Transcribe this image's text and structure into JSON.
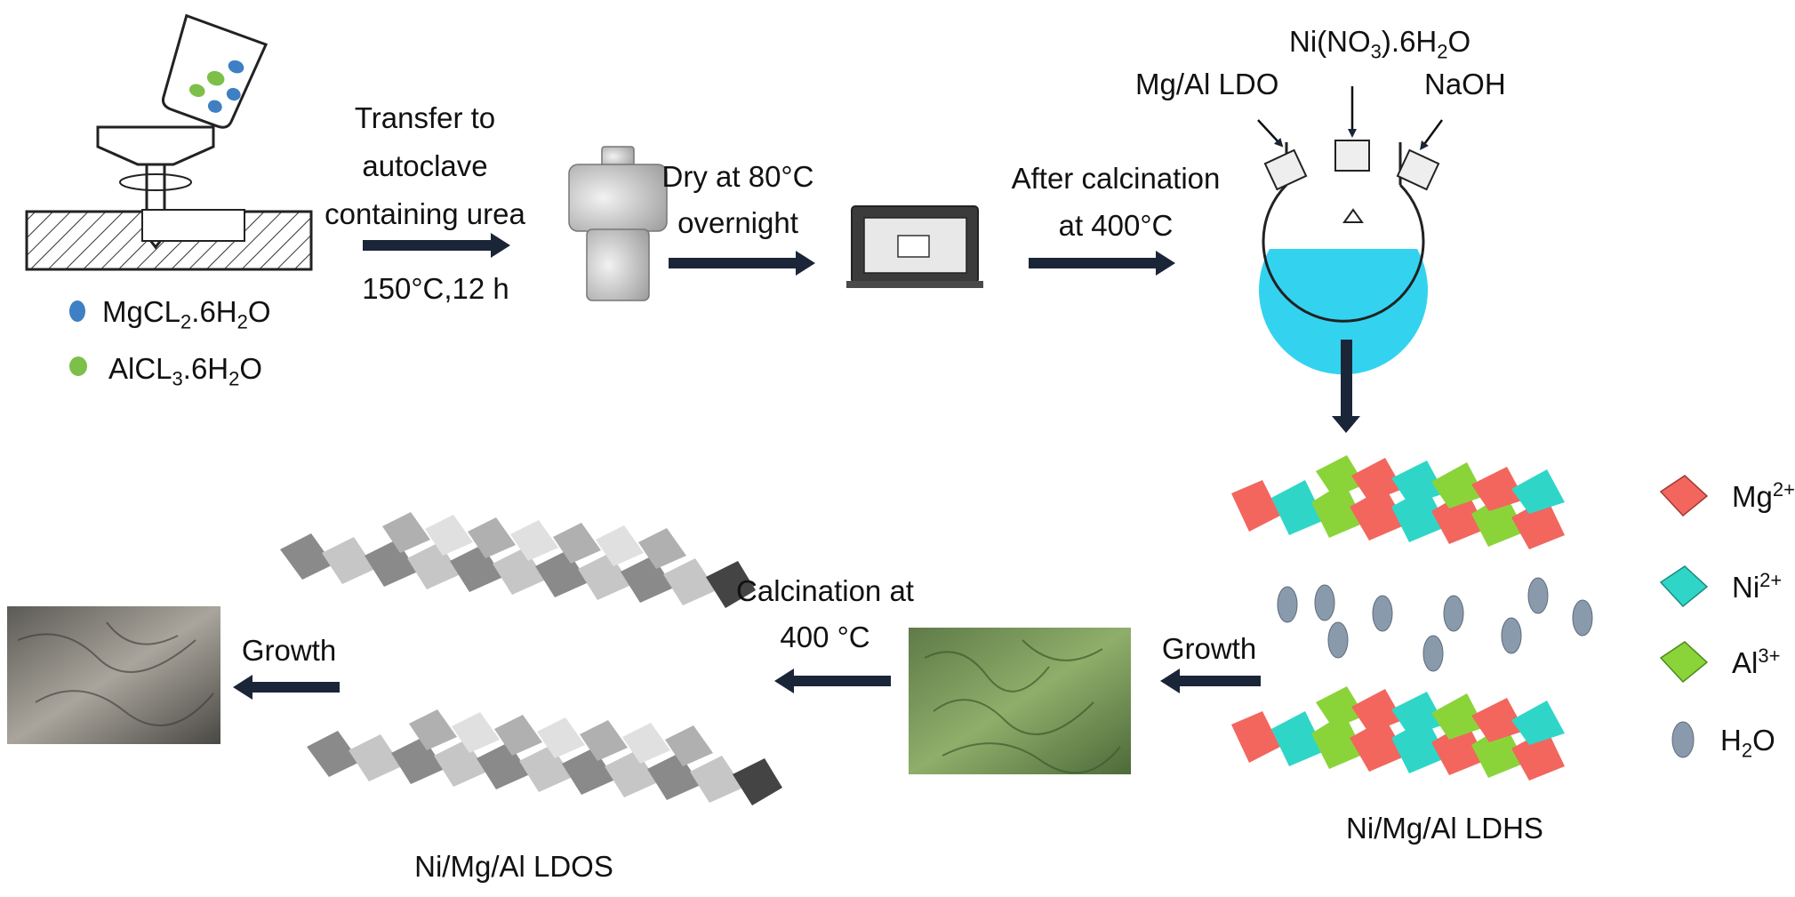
{
  "reagents": {
    "mg": {
      "name": "MgCL",
      "sub1": "2",
      "mid": ".6H",
      "sub2": "2",
      "end": "O",
      "color": "#3f7fc4"
    },
    "al": {
      "name": "AlCL",
      "sub1": "3",
      "mid": ".6H",
      "sub2": "2",
      "end": "O",
      "color": "#7cc04a"
    }
  },
  "steps": {
    "transfer": [
      "Transfer to",
      "autoclave",
      "containing urea"
    ],
    "transfer_cond": "150°C,12 h",
    "dry": [
      "Dry at 80°C",
      "overnight"
    ],
    "calc1": [
      "After calcination",
      "at 400°C"
    ],
    "calc2": [
      "Calcination at",
      "400 °C"
    ],
    "growth_right": "Growth",
    "growth_left": "Growth"
  },
  "flask_inputs": {
    "ldo": "Mg/Al LDO",
    "nitrate": {
      "a": "Ni(NO",
      "sub1": "3",
      "b": ").6H",
      "sub2": "2",
      "c": "O"
    },
    "naoh": "NaOH"
  },
  "legend": {
    "mg": {
      "base": "Mg",
      "sup": "2+",
      "color": "#f2665e"
    },
    "ni": {
      "base": "Ni",
      "sup": "2+",
      "color": "#2fd6c8"
    },
    "al": {
      "base": "Al",
      "sup": "3+",
      "color": "#8ad43a"
    },
    "h2o": {
      "a": "H",
      "sub": "2",
      "b": "O",
      "color": "#8a9aad"
    }
  },
  "products": {
    "ldhs": "Ni/Mg/Al LDHS",
    "ldos": "Ni/Mg/Al LDOS"
  },
  "colors": {
    "arrow": "#1b2538",
    "liquid": "#33d3f0"
  }
}
